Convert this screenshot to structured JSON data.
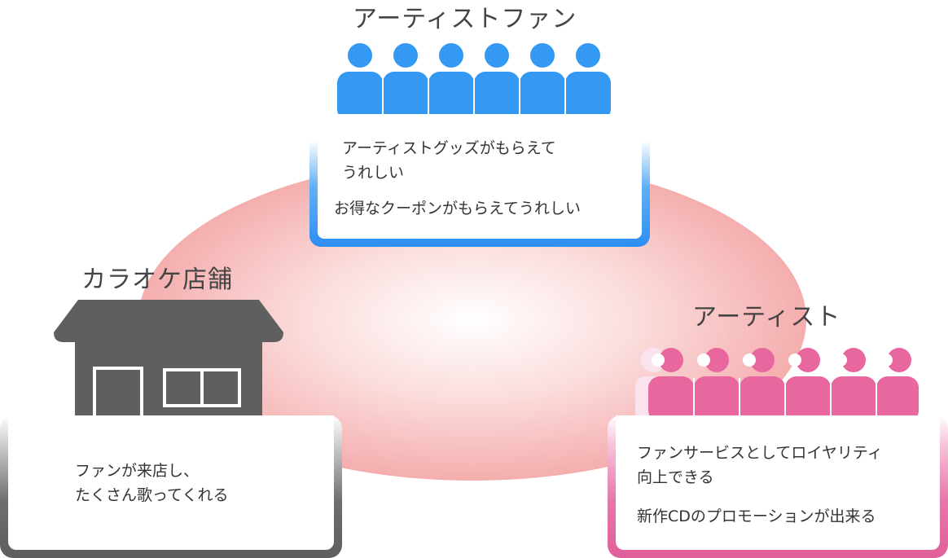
{
  "fans": {
    "title": "アーティストファン",
    "benefit_1_line1": "アーティストグッズがもらえて",
    "benefit_1_line2": "うれしい",
    "benefit_2": "お得なクーポンがもらえてうれしい"
  },
  "store": {
    "title": "カラオケ店舗",
    "benefit_line1": "ファンが来店し、",
    "benefit_line2": "たくさん歌ってくれる"
  },
  "artist": {
    "title": "アーティスト",
    "benefit_1_line1": "ファンサービスとしてロイヤリティ",
    "benefit_1_line2": "向上できる",
    "benefit_2": "新作CDのプロモーションが出来る"
  },
  "colors": {
    "fan_blue": "#3399f3",
    "artist_pink": "#e8679f",
    "store_gray": "#5f5f5f",
    "oval_pink": "#f4a8a8"
  },
  "icons": {
    "fans": "person-icon",
    "artist": "person-icon",
    "store": "shop-building-icon"
  }
}
